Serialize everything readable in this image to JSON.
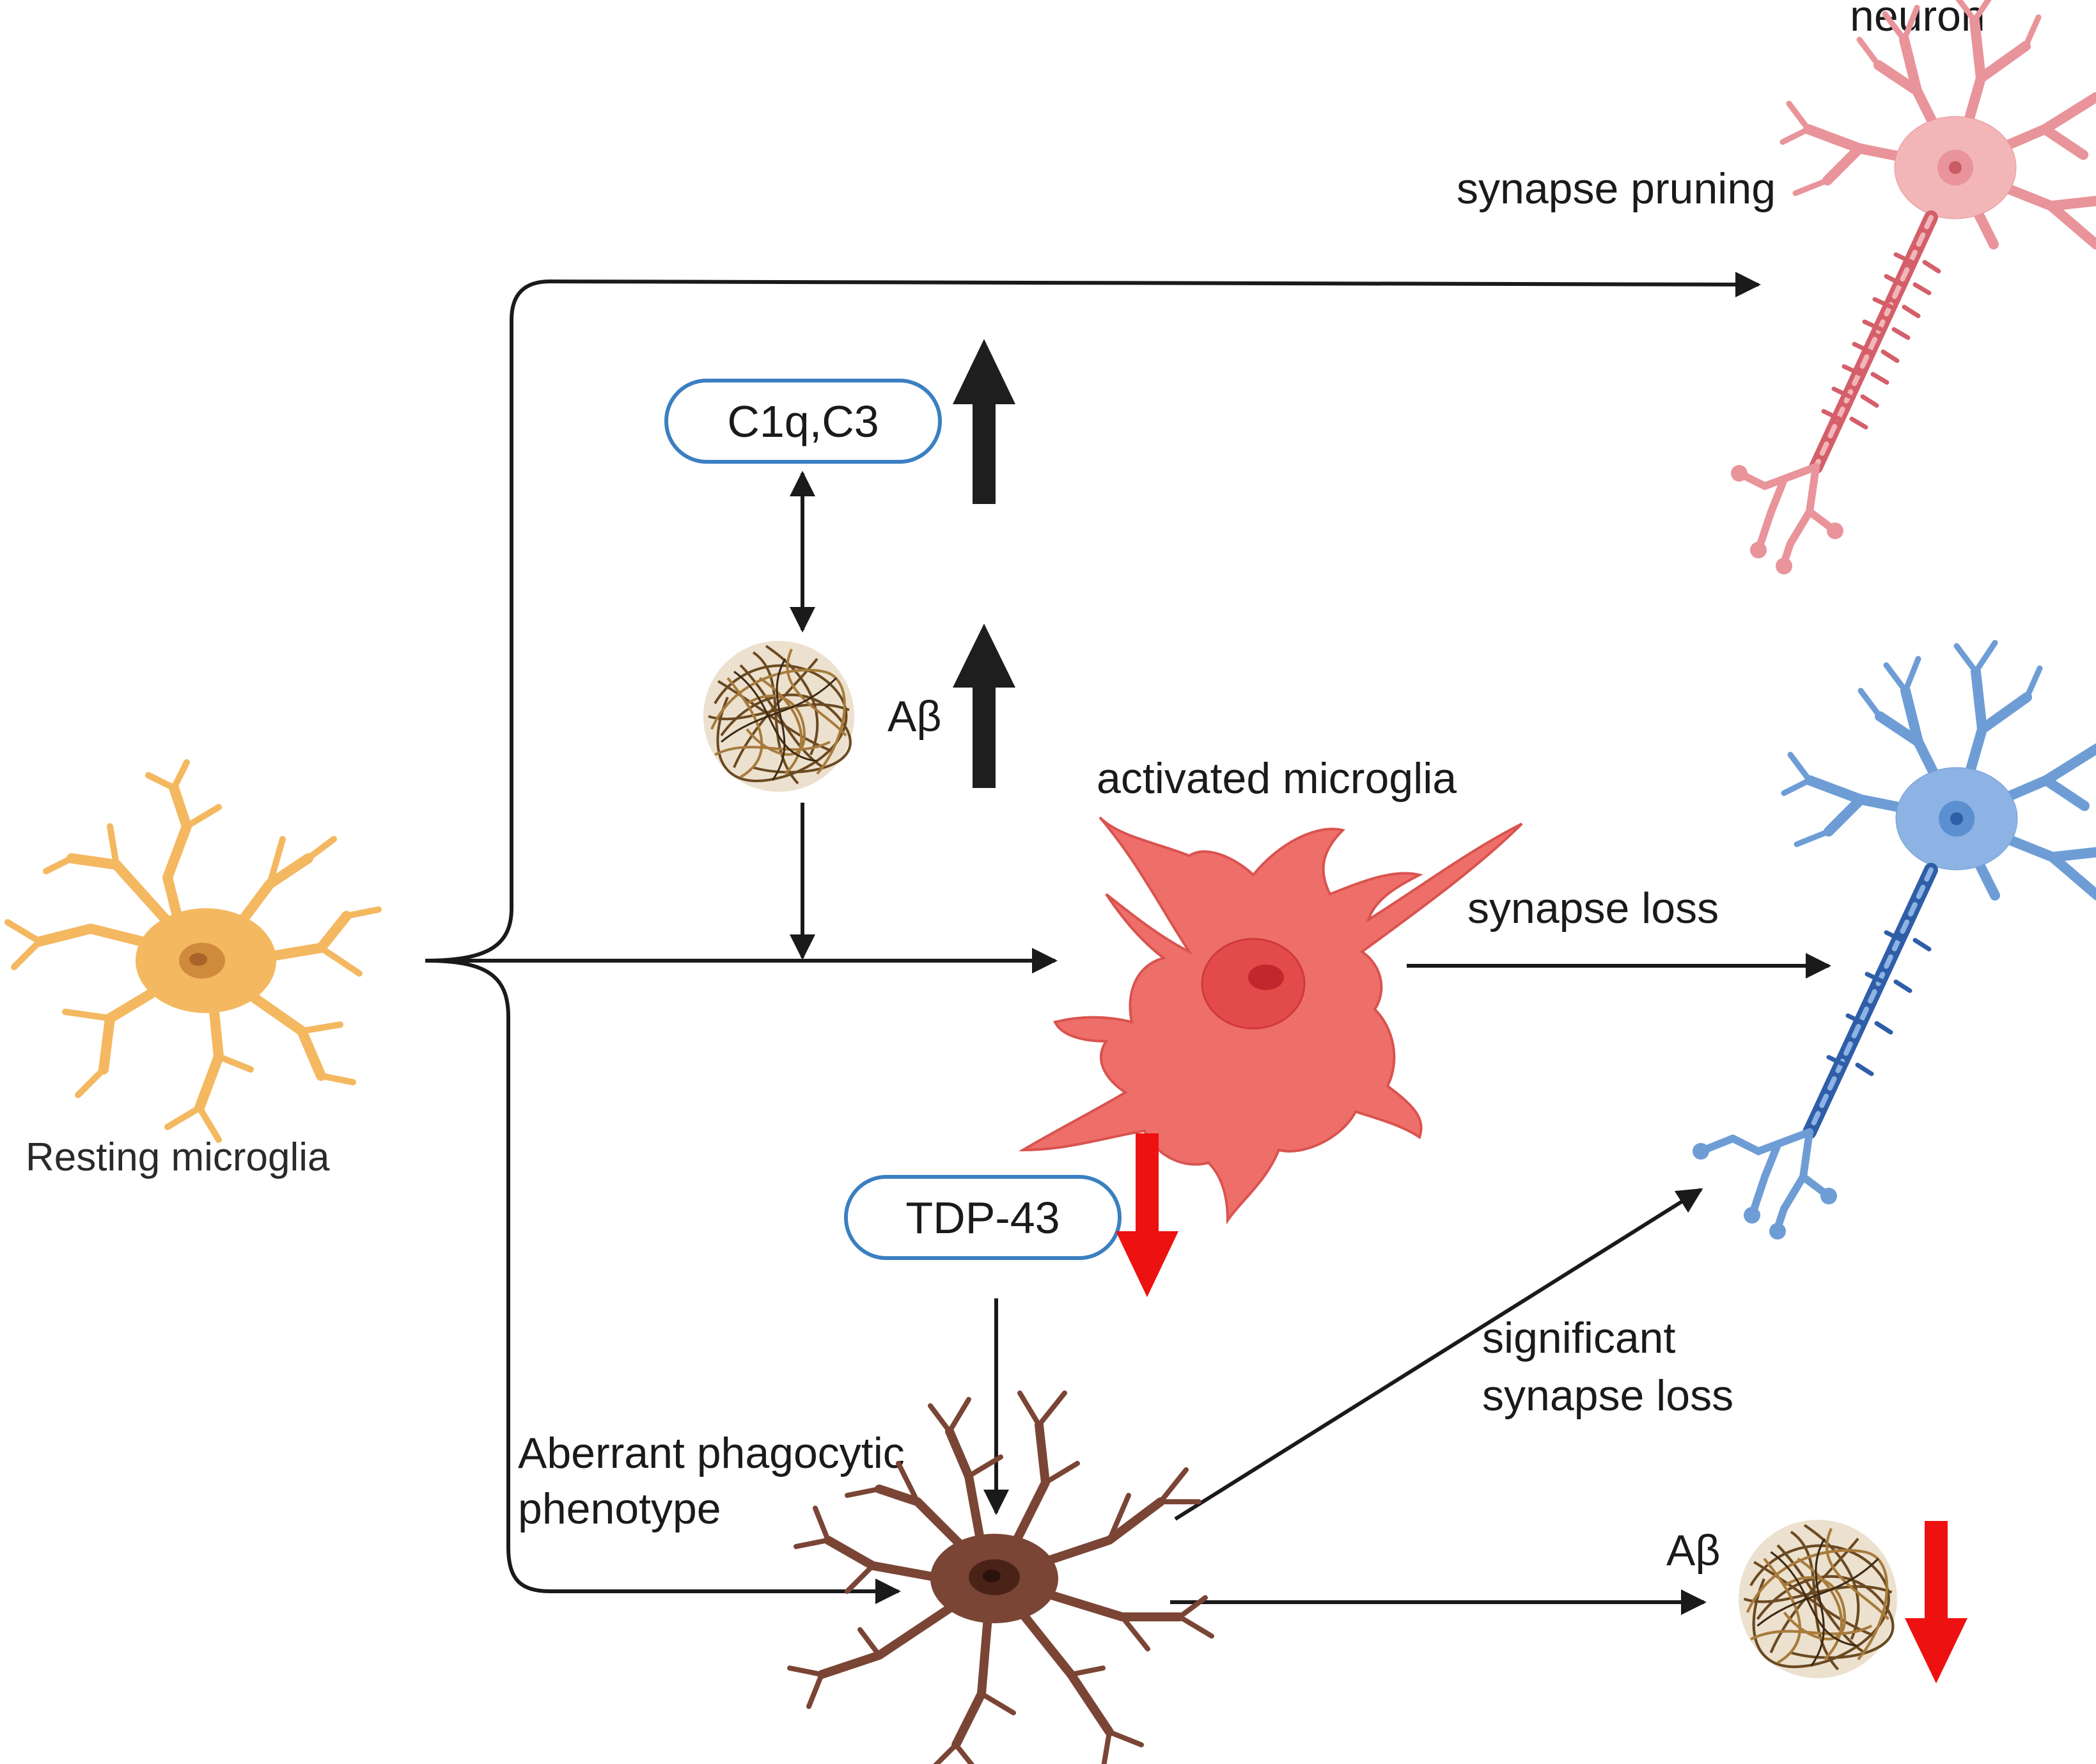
{
  "labels": {
    "neuron": "neuron",
    "synapse_pruning": "synapse pruning",
    "c1q_c3": "C1q,C3",
    "abeta_top": "Aβ",
    "activated_microglia": "activated microglia",
    "synapse_loss": "synapse loss",
    "resting_microglia": "Resting microglia",
    "tdp43": "TDP-43",
    "significant_line1": "significant",
    "significant_line2": "synapse loss",
    "aberrant_line1": "Aberrant phagocytic",
    "aberrant_line2": "phenotype",
    "abeta_bottom": "Aβ"
  },
  "colors": {
    "resting_microglia": "#f4b860",
    "activated_microglia": "#ee6f6a",
    "aberrant_microglia": "#7a4535",
    "neuron_healthy": "#e8949a",
    "neuron_affected": "#6e9dd6",
    "pill_border": "#3a7fc1",
    "up_arrow": "#1e1e1e",
    "down_arrow": "#ee1111",
    "plaque": "#8b6a3a"
  },
  "icons": {
    "resting_microglia": "resting-microglia-icon",
    "activated_microglia": "activated-microglia-icon",
    "aberrant_microglia": "aberrant-microglia-icon",
    "neuron_pink": "neuron-icon",
    "neuron_blue": "neuron-icon",
    "plaque": "amyloid-plaque-icon",
    "increase": "up-arrow-icon",
    "decrease": "down-arrow-icon"
  }
}
